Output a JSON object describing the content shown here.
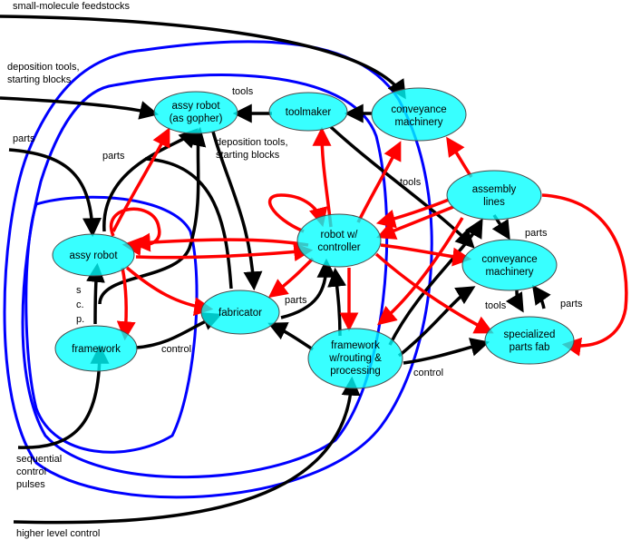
{
  "colors": {
    "node_fill": "#00ffff",
    "red_arrow": "#ff0000",
    "black_arrow": "#000000",
    "blue_loop": "#0000ff",
    "background": "#ffffff"
  },
  "nodes": {
    "assy_robot_gopher": [
      "assy robot",
      "(as gopher)"
    ],
    "toolmaker": [
      "toolmaker"
    ],
    "conveyance_top": [
      "conveyance",
      "machinery"
    ],
    "assy_robot": [
      "assy robot"
    ],
    "robot_controller": [
      "robot w/",
      "controller"
    ],
    "assembly_lines": [
      "assembly",
      "lines"
    ],
    "conveyance_right": [
      "conveyance",
      "machinery"
    ],
    "fabricator": [
      "fabricator"
    ],
    "framework": [
      "framework"
    ],
    "framework_routing": [
      "framework",
      "w/routing &",
      "processing"
    ],
    "specialized_fab": [
      "specialized",
      "parts fab"
    ]
  },
  "annotations": {
    "feedstocks": "small-molecule feedstocks",
    "deposition_input_1": "deposition tools,",
    "deposition_input_2": "starting blocks",
    "parts_input": "parts",
    "tools_top": "tools",
    "deposition_mid_1": "deposition tools,",
    "deposition_mid_2": "starting blocks",
    "parts_mid": "parts",
    "tools_mid": "tools",
    "parts_right": "parts",
    "tools_right": "tools",
    "parts_far_right": "parts",
    "parts_fabricator": "parts",
    "scp_s": "s",
    "scp_c": "c.",
    "scp_p": "p.",
    "control_framework": "control",
    "control_routing": "control",
    "sequential_1": "sequential",
    "sequential_2": "control",
    "sequential_3": "pulses",
    "higher_level": "higher level control"
  }
}
